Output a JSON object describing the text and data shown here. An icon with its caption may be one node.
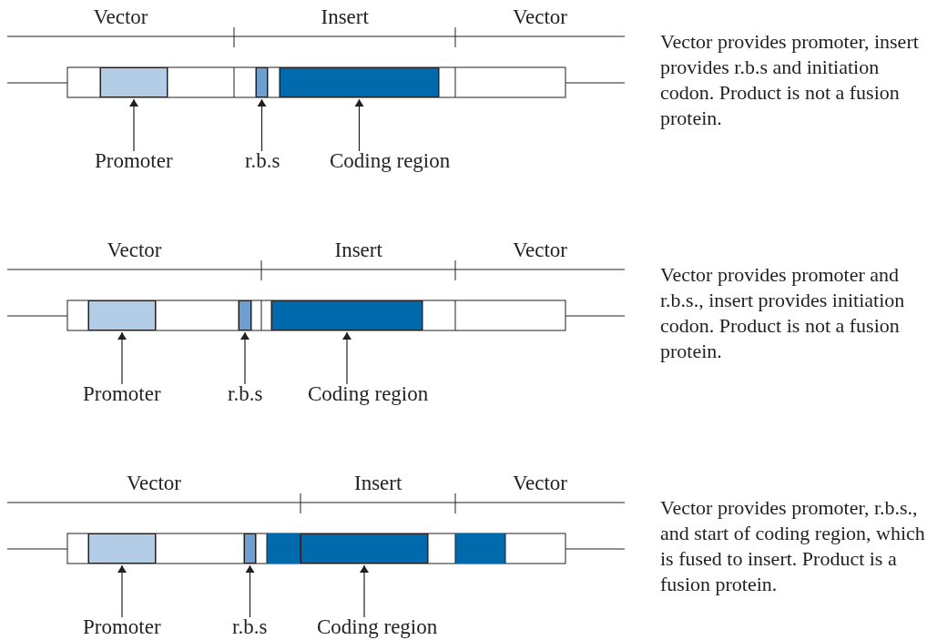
{
  "diagram": {
    "nodes": [
      {
        "text": [],
        "shape": "box"
      },
      {
        "text": [],
        "shape": "box"
      },
      {
        "text": [],
        "shape": "box"
      },
      {
        "text": [
          "Promoter"
        ]
      },
      {
        "text": [
          "r.b.s"
        ]
      },
      {
        "text": [
          "Coding region"
        ]
      },
      {
        "text": [],
        "shape": "box"
      },
      {
        "text": [],
        "shape": "box"
      },
      {
        "text": [],
        "shape": "box"
      },
      {
        "text": [
          "Promoter"
        ]
      },
      {
        "text": [
          "r.b.s"
        ]
      },
      {
        "text": [
          "Coding region"
        ]
      },
      {
        "text": [],
        "shape": "box"
      },
      {
        "text": [],
        "shape": "box"
      },
      {
        "text": [],
        "shape": "box"
      },
      {
        "text": [
          "Promoter"
        ]
      },
      {
        "text": [
          "r.b.s"
        ]
      },
      {
        "text": [
          "Coding region"
        ]
      }
    ],
    "edges": [
      {
        "from": 3,
        "to": 0,
        "arrow": "to"
      },
      {
        "from": 4,
        "to": 1,
        "arrow": "to"
      },
      {
        "from": 5,
        "to": 2,
        "arrow": "to"
      },
      {
        "from": 9,
        "to": 6,
        "arrow": "to"
      },
      {
        "from": 10,
        "to": 7,
        "arrow": "to"
      },
      {
        "from": 11,
        "to": 8,
        "arrow": "to"
      },
      {
        "from": 15,
        "to": 12,
        "arrow": "to"
      },
      {
        "from": 16,
        "to": 13,
        "arrow": "to"
      },
      {
        "from": 17,
        "to": 14,
        "arrow": "to"
      }
    ],
    "labels": [
      "Vector",
      "Insert",
      "Vector",
      "Vector provides promoter, insert provides r.b.s and initiation codon. Product is not a fusion protein.",
      "Vector",
      "Insert",
      "Vector",
      "Vector provides promoter and r.b.s., insert provides initiation codon. Product is not a fusion protein.",
      "Vector",
      "Insert",
      "Vector",
      "Vector provides promoter, r.b.s., and start of coding region, which is fused to insert. Product is a fusion protein."
    ]
  }
}
